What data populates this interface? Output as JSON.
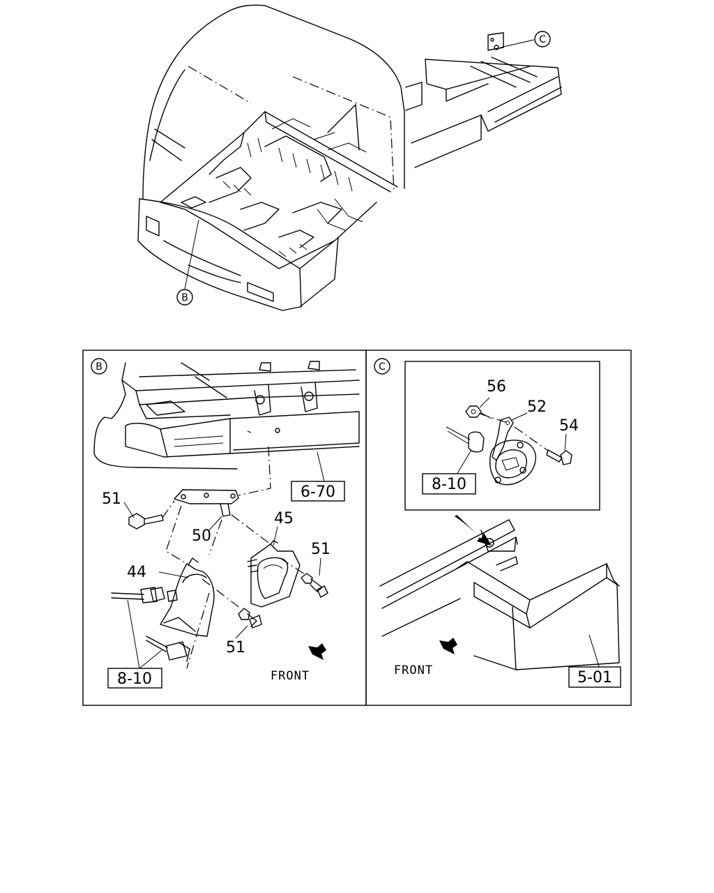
{
  "callouts": {
    "B": "B",
    "C": "C"
  },
  "panel_b": {
    "refs": [
      "6-70",
      "8-10"
    ],
    "parts": [
      "51",
      "50",
      "45",
      "51",
      "44",
      "51"
    ],
    "front": "FRONT"
  },
  "panel_c": {
    "refs": [
      "8-10",
      "5-01"
    ],
    "parts": [
      "56",
      "52",
      "54"
    ],
    "front": "FRONT"
  }
}
